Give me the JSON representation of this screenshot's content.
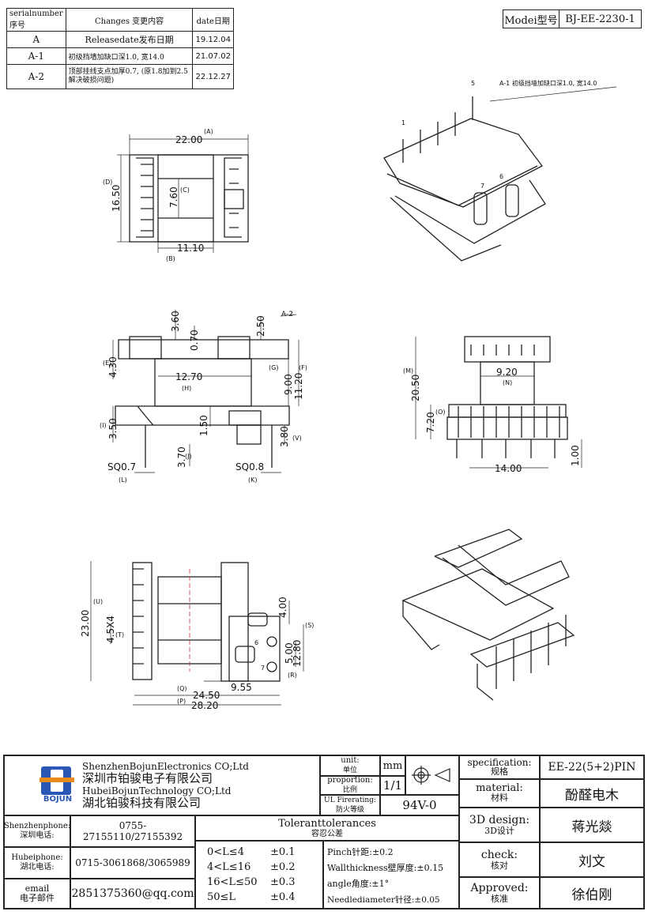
{
  "model": {
    "label": "Modei型号",
    "value": "BJ-EE-2230-1"
  },
  "revisions": {
    "headers": [
      "serialnumber序号",
      "Changes 变更内容",
      "date日期"
    ],
    "rows": [
      {
        "id": "A",
        "change": "Releasedate发布日期",
        "date": "19.12.04"
      },
      {
        "id": "A-1",
        "change": "初级挡墙加缺口深1.0, 宽14.0",
        "date": "21.07.02"
      },
      {
        "id": "A-2",
        "change": "顶部挂线支点加厚0.7, (原1.8加到2.5解决破损问题)",
        "date": "22.12.27"
      }
    ]
  },
  "annotations": {
    "a1_note": "A-1 初级挡墙加缺口深1.0, 宽14.0",
    "a2_tag": "A-2",
    "pin1": "1",
    "pin5": "5",
    "pin6": "6",
    "pin7": "7"
  },
  "dimensions": {
    "top": {
      "A": "22.00",
      "A_l": "(A)",
      "D": "16.50",
      "D_l": "(D)",
      "C": "7.60",
      "C_l": "(C)",
      "B": "11.10",
      "B_l": "(B)"
    },
    "front": {
      "d360": "3.60",
      "d070": "0.70",
      "d250": "2.50",
      "E": "4.30",
      "E_l": "(E)",
      "H": "12.70",
      "H_l": "(H)",
      "G_l": "(G)",
      "F_l": "(F)",
      "d900": "9.00",
      "d1120": "11.20",
      "I": "3.50",
      "I_l": "(I)",
      "d150": "1.50",
      "J": "3.70",
      "J_l": "(J)",
      "V": "3.80",
      "V_l": "(V)",
      "L": "SQ0.7",
      "L_l": "(L)",
      "K": "SQ0.8",
      "K_l": "(K)"
    },
    "side": {
      "M": "20.50",
      "M_l": "(M)",
      "N": "9.20",
      "N_l": "(N)",
      "O": "7.20",
      "O_l": "(O)",
      "d1400": "14.00",
      "d100": "1.00"
    },
    "bottom": {
      "U": "23.00",
      "U_l": "(U)",
      "T": "4.5X4",
      "T_l": "(T)",
      "d400": "4.00",
      "S_l": "(S)",
      "d500": "5.00",
      "d1280": "12.80",
      "R_l": "(R)",
      "d955": "9.55",
      "Q_l": "(Q)",
      "d2450": "24.50",
      "P_l": "(P)",
      "d2820": "28.20",
      "p6": "6",
      "p7": "7"
    }
  },
  "title_block": {
    "company_en1": "ShenzhenBojunElectronics CO;Ltd",
    "company_cn1": "深圳市铂骏电子有限公司",
    "company_en2": "HubeiBojunTechnology CO;Ltd",
    "company_cn2": "湖北铂骏科技有限公司",
    "logo_text": "BOJUN",
    "unit_label": "unit:",
    "unit_cn": "单位",
    "unit_value": "mm",
    "proportion_label": "proportion:",
    "proportion_cn": "比例",
    "proportion_value": "1/1",
    "ul_label": "UL Firerating:",
    "ul_cn": "防火等级",
    "ul_value": "94V-0",
    "spec_label": "specification:",
    "spec_cn": "规格",
    "spec_value": "EE-22(5+2)PIN",
    "material_label": "material:",
    "material_cn": "材料",
    "material_value": "酚醛电木",
    "design_label": "3D design:",
    "design_cn": "3D设计",
    "design_value": "蒋光燚",
    "check_label": "check:",
    "check_cn": "核对",
    "check_value": "刘文",
    "approved_label": "Approved:",
    "approved_cn": "核准",
    "approved_value": "徐伯刚",
    "sz_phone_label": "Shenzhenphone:",
    "sz_phone_cn": "深圳电话:",
    "sz_phone": "0755-27155110/27155392",
    "hb_phone_label": "Hubeiphone:",
    "hb_phone_cn": "湖北电话:",
    "hb_phone": "0715-3061868/3065989",
    "email_label": "email",
    "email_cn": "电子邮件",
    "email": "2851375360@qq.com",
    "tol_title": "Toleranttolerances",
    "tol_cn": "容忍公差",
    "tolerances": [
      {
        "range": "0<L≤4",
        "value": "±0.1"
      },
      {
        "range": "4<L≤16",
        "value": "±0.2"
      },
      {
        "range": "16<L≤50",
        "value": "±0.3"
      },
      {
        "range": "50≤L",
        "value": "±0.4"
      }
    ],
    "pinch": "Pinch针距:±0.2",
    "wall": "Wallthickness壁厚度:±0.15",
    "angle": "angle角度:±1°",
    "needle": "Needlediameter针径:±0.05"
  }
}
